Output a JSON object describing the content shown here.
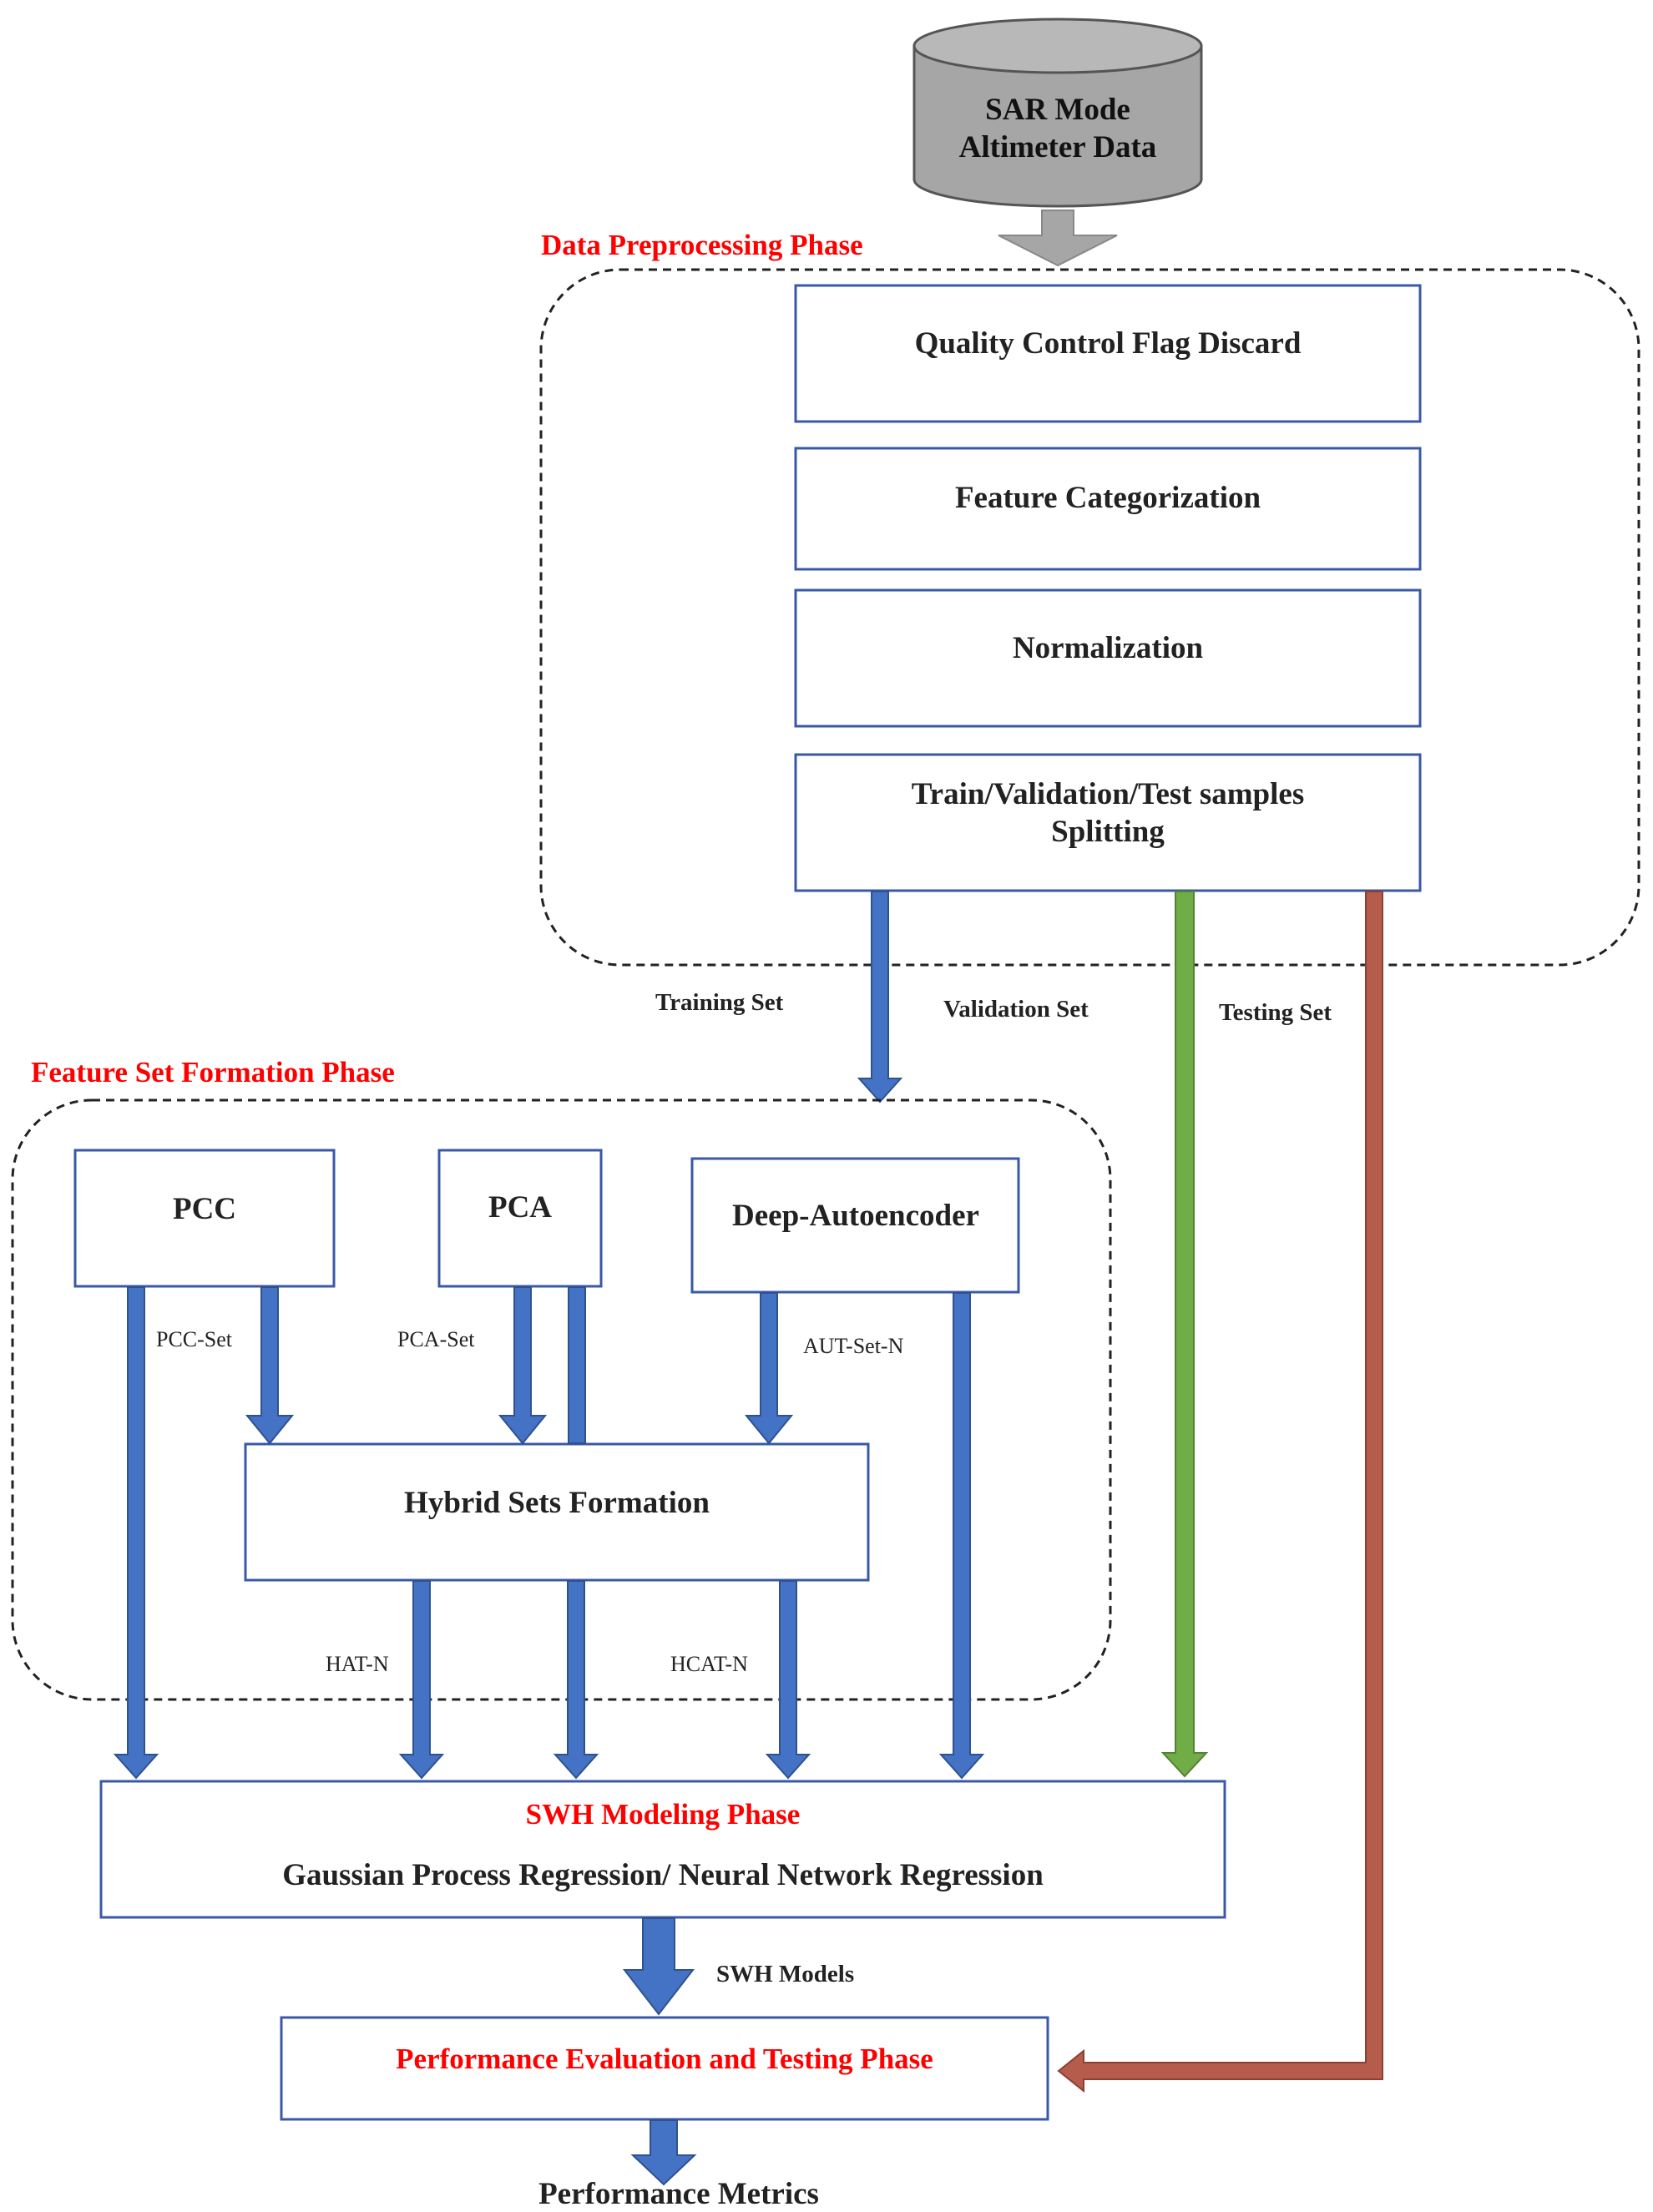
{
  "colors": {
    "box_stroke": "#3a58a8",
    "blue_arrow": "#4472c4",
    "blue_arrow_edge": "#2f528f",
    "green_arrow": "#70ad47",
    "red_arrow": "#b55c4c",
    "phase_title": "#ff0000",
    "db_fill": "#a6a6a6"
  },
  "database": {
    "line1": "SAR Mode",
    "line2": "Altimeter Data"
  },
  "phases": {
    "preprocessing": "Data Preprocessing Phase",
    "feature_set": "Feature Set Formation Phase",
    "modeling": "SWH Modeling Phase",
    "evaluation": "Performance Evaluation and Testing Phase"
  },
  "preprocessing_steps": {
    "quality": "Quality Control Flag Discard",
    "categorization": "Feature Categorization",
    "normalization": "Normalization",
    "split_line1": "Train/Validation/Test samples",
    "split_line2": "Splitting"
  },
  "sets": {
    "training": "Training Set",
    "validation": "Validation Set",
    "testing": "Testing Set"
  },
  "feature_methods": {
    "pcc": "PCC",
    "pca": "PCA",
    "autoencoder": "Deep-Autoencoder",
    "hybrid": "Hybrid Sets Formation"
  },
  "feature_outputs": {
    "pcc_set": "PCC-Set",
    "pca_set": "PCA-Set",
    "aut_set": "AUT-Set-N",
    "hat": "HAT-N",
    "hcat": "HCAT-N"
  },
  "modeling": {
    "method": "Gaussian Process Regression/ Neural Network Regression"
  },
  "outputs": {
    "swh_models": "SWH Models",
    "metrics": "Performance Metrics"
  }
}
